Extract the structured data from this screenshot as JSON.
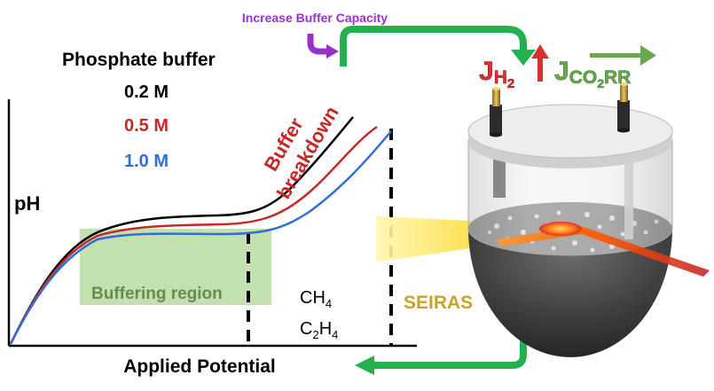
{
  "colors": {
    "c02": "#000000",
    "c05": "#c62828",
    "c10": "#2f6fd6",
    "arrow_green": "#22b14c",
    "purple": "#9b30c8",
    "jh2_red": "#d9302e",
    "jco2_green": "#6aa84f",
    "seiras": "#c9a227",
    "buffer_region_fill": "#b8dca0",
    "buffer_region_text": "#6a8a53"
  },
  "labels": {
    "increase": "Increase Buffer Capacity",
    "phosphate": "Phosphate buffer",
    "conc_02": "0.2 M",
    "conc_05": "0.5 M",
    "conc_10": "1.0 M",
    "ph": "pH",
    "buffering_region": "Buffering region",
    "buffer_word": "Buffer",
    "breakdown_word": "breakdown",
    "xaxis": "Applied Potential",
    "ch4_a": "CH",
    "ch4_b": "4",
    "c2h4_a": "C",
    "c2h4_b": "2",
    "c2h4_c": "H",
    "c2h4_d": "4",
    "seiras": "SEIRAS",
    "jh2_a": "J",
    "jh2_b": "H",
    "jh2_c": "2",
    "jco2_a": "J",
    "jco2_b": "CO",
    "jco2_c": "2",
    "jco2_d": "RR"
  },
  "icons": {
    "up": "up-arrow-icon",
    "right": "right-arrow-icon"
  }
}
